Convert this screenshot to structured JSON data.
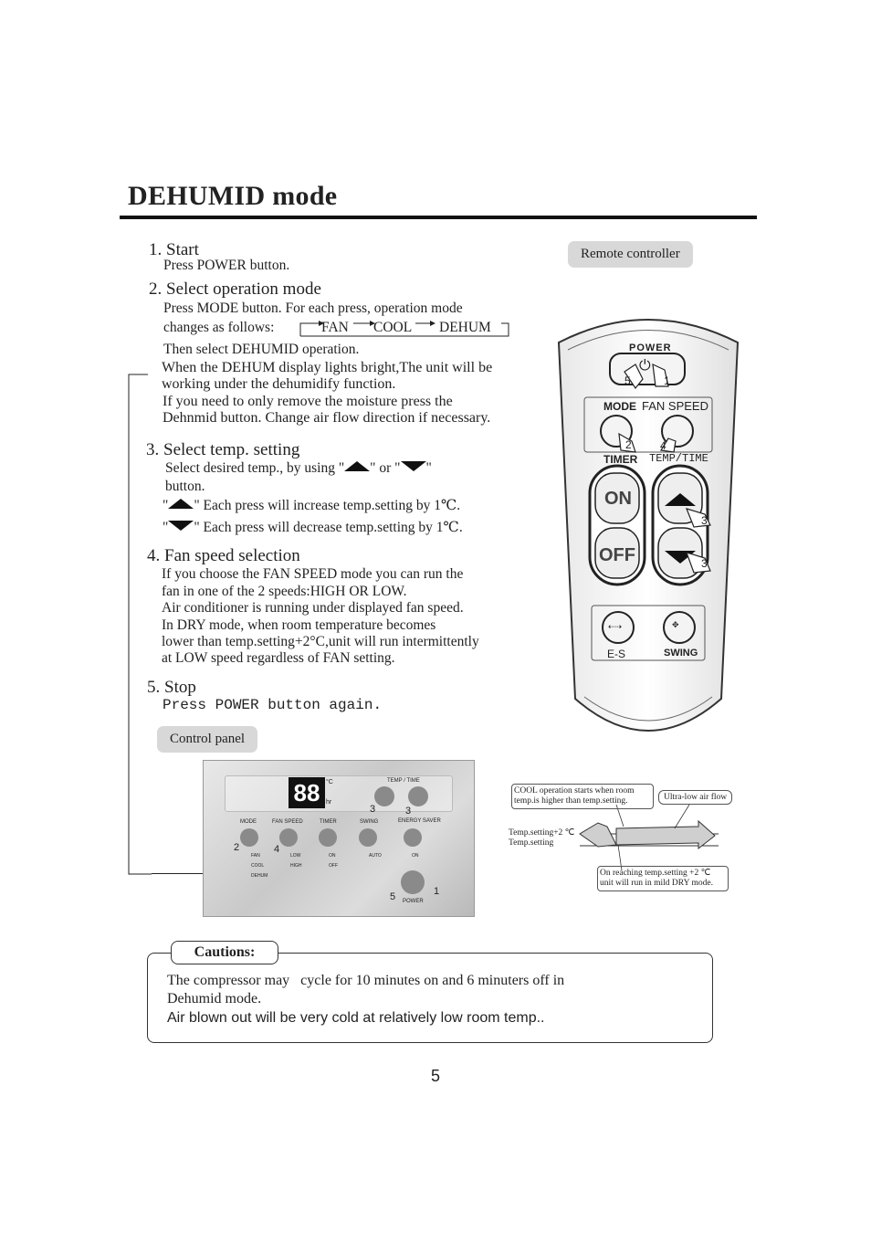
{
  "title": "DEHUMID mode",
  "steps": {
    "s1_head": "1. Start",
    "s1_l1": "Press POWER button.",
    "s2_head": "2. Select operation mode",
    "s2_l1": "Press MODE button. For each press, operation mode",
    "s2_l2": "changes as follows:",
    "mode_fan": "FAN",
    "mode_cool": "COOL",
    "mode_dehum": "DEHUM",
    "s2_l3": "Then select DEHUMID operation.",
    "s2_l4": "When the DEHUM display lights bright,The unit will be",
    "s2_l5": "working under the dehumidify function.",
    "s2_l6": "If you need to only remove the moisture press the",
    "s2_l7": "Dehnmid button. Change air flow direction if necessary.",
    "s3_head": "3. Select temp. setting",
    "s3_l1a": "Select desired temp., by using \"",
    "s3_l1b": "\" or \"",
    "s3_l1c": "\"",
    "s3_l2": "button.",
    "s3_up_a": "\"",
    "s3_up_b": "\" Each press will increase temp.setting by 1℃.",
    "s3_dn_a": "\"",
    "s3_dn_b": "\" Each press will decrease temp.setting by 1℃.",
    "s4_head": "4. Fan speed selection",
    "s4_l1": "If you choose the FAN SPEED mode you can run the",
    "s4_l2": "fan in one of the 2 speeds:HIGH OR LOW.",
    "s4_l3": "Air conditioner is running under displayed fan speed.",
    "s4_l4": "In DRY mode, when room temperature becomes",
    "s4_l5": "lower than temp.setting+2°C,unit will run intermittently",
    "s4_l6": "at LOW speed regardless of FAN setting.",
    "s5_head": "5. Stop",
    "s5_l1": "Press POWER button again."
  },
  "remote": {
    "label": "Remote controller",
    "power": "POWER",
    "mode": "MODE",
    "fan_speed": "FAN SPEED",
    "timer": "TIMER",
    "temp_time": "TEMP/TIME",
    "on": "ON",
    "off": "OFF",
    "es": "E-S",
    "swing": "SWING",
    "callouts": [
      "5",
      "1",
      "2",
      "4",
      "3",
      "3"
    ]
  },
  "panel": {
    "label": "Control panel",
    "display": "88",
    "unit_c": "°C",
    "unit_hr": "hr",
    "temp_time": "TEMP / TIME",
    "mode": "MODE",
    "fan_speed": "FAN SPEED",
    "timer": "TIMER",
    "swing": "SWING",
    "energy_saver": "ENERGY SAVER",
    "fan": "FAN",
    "cool": "COOL",
    "dehum": "DEHUM",
    "low": "LOW",
    "high": "HIGH",
    "t_on": "ON",
    "t_off": "OFF",
    "auto": "AUTO",
    "es_on": "ON",
    "power": "POWER",
    "callouts": [
      "3",
      "3",
      "2",
      "4",
      "5",
      "1"
    ]
  },
  "diagram": {
    "note_cool": "COOL operation starts when room temp.is higher than temp.setting.",
    "note_ultra": "Ultra-low air flow",
    "temp_plus": "Temp.setting+2 ℃",
    "temp": "Temp.setting",
    "note_reach": "On reaching temp.setting +2 ℃ unit will run in mild DRY mode."
  },
  "cautions": {
    "label": "Cautions:",
    "l1": "The compressor may   cycle for 10 minutes on and 6 minuters off in",
    "l2": "Dehumid mode.",
    "l3": "Air blown out will be very cold at relatively low room temp.."
  },
  "page_number": "5"
}
